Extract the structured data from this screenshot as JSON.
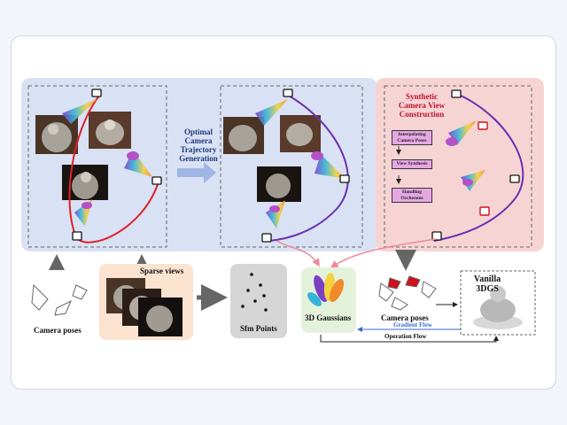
{
  "optimal_label": "Optimal Camera Trajectory Generation",
  "synthetic_title": "Synthetic Camera View Construction",
  "steps": [
    "Interpolating Camera Poses",
    "View Synthesis",
    "Handling Occlusions"
  ],
  "camera_poses_left": "Camera poses",
  "sparse_views": "Sparse views",
  "sfm_points": "Sfm Points",
  "gaussians": "3D Gaussians",
  "camera_poses_right": "Camera poses",
  "vanilla": "Vanilla 3DGS",
  "gradient_flow": "Gradient Flow",
  "operation_flow": "Operation Flow",
  "colors": {
    "blue_panel": "#d9e1f4",
    "red_panel": "#f7d4d4",
    "peach_panel": "#fbe3cf",
    "green_panel": "#e4f2dc",
    "gray_panel": "#d6d6d6",
    "red_curve": "#e0202c",
    "purple_curve": "#6a2fb0",
    "pink_arrow": "#f08a9a",
    "gradient_blue": "#3a6ad0"
  }
}
